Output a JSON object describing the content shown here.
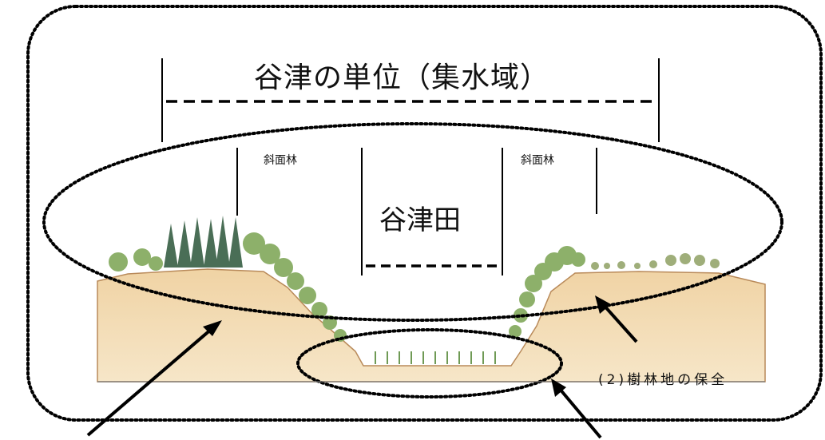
{
  "title": "谷津の単位（集水域）",
  "slope_forest_left": "斜面林",
  "slope_forest_right": "斜面林",
  "paddy_label": "谷津田",
  "caption_forest": "(2)樹林地の保全"
}
